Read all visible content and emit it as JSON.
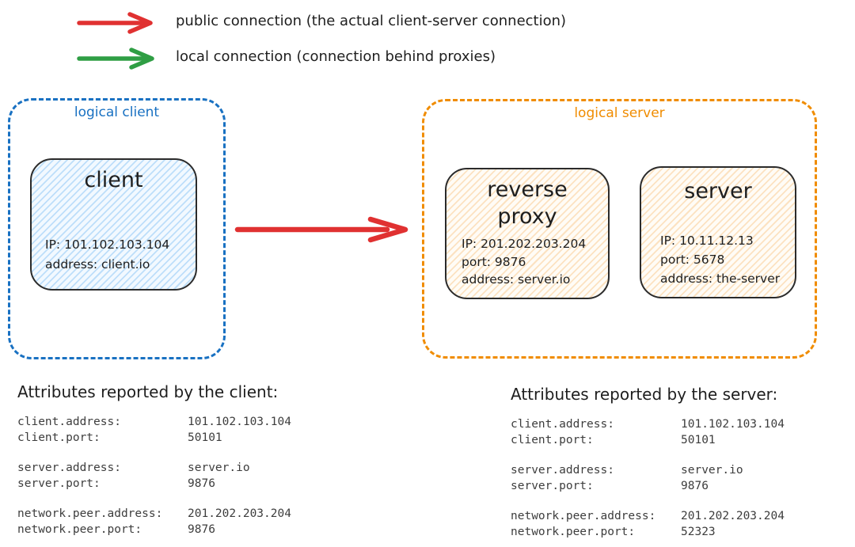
{
  "colors": {
    "public_connection_red": "#e03131",
    "local_connection_green": "#2f9e44",
    "logical_client_blue": "#1971c2",
    "logical_server_orange": "#f08c00",
    "node_border": "#2b2b2b",
    "client_node_fill": "#d9ecfb",
    "server_node_fill": "#fbeedb"
  },
  "legend": {
    "public": {
      "label": "public connection (the actual client-server connection)"
    },
    "local": {
      "label": "local connection (connection behind proxies)"
    }
  },
  "diagram": {
    "logical_client": {
      "label": "logical client",
      "client_node": {
        "title": "client",
        "lines": [
          "IP: 101.102.103.104",
          "address: client.io"
        ]
      }
    },
    "logical_server": {
      "label": "logical server",
      "reverse_proxy_node": {
        "title": "reverse proxy",
        "lines": [
          "IP: 201.202.203.204",
          "port: 9876",
          "address: server.io"
        ]
      },
      "server_node": {
        "title": "server",
        "lines": [
          "IP: 10.11.12.13",
          "port: 5678",
          "address: the-server"
        ]
      }
    }
  },
  "attributes_client": {
    "title": "Attributes reported by the client:",
    "rows": [
      {
        "key": "client.address:",
        "value": "101.102.103.104"
      },
      {
        "key": "client.port:",
        "value": "50101"
      },
      {
        "key": "server.address:",
        "value": "server.io"
      },
      {
        "key": "server.port:",
        "value": "9876"
      },
      {
        "key": "network.peer.address:",
        "value": "201.202.203.204"
      },
      {
        "key": "network.peer.port:",
        "value": "9876"
      }
    ]
  },
  "attributes_server": {
    "title": "Attributes reported by the server:",
    "rows": [
      {
        "key": "client.address:",
        "value": "101.102.103.104"
      },
      {
        "key": "client.port:",
        "value": "50101"
      },
      {
        "key": "server.address:",
        "value": "server.io"
      },
      {
        "key": "server.port:",
        "value": "9876"
      },
      {
        "key": "network.peer.address:",
        "value": "201.202.203.204"
      },
      {
        "key": "network.peer.port:",
        "value": "52323"
      }
    ]
  }
}
